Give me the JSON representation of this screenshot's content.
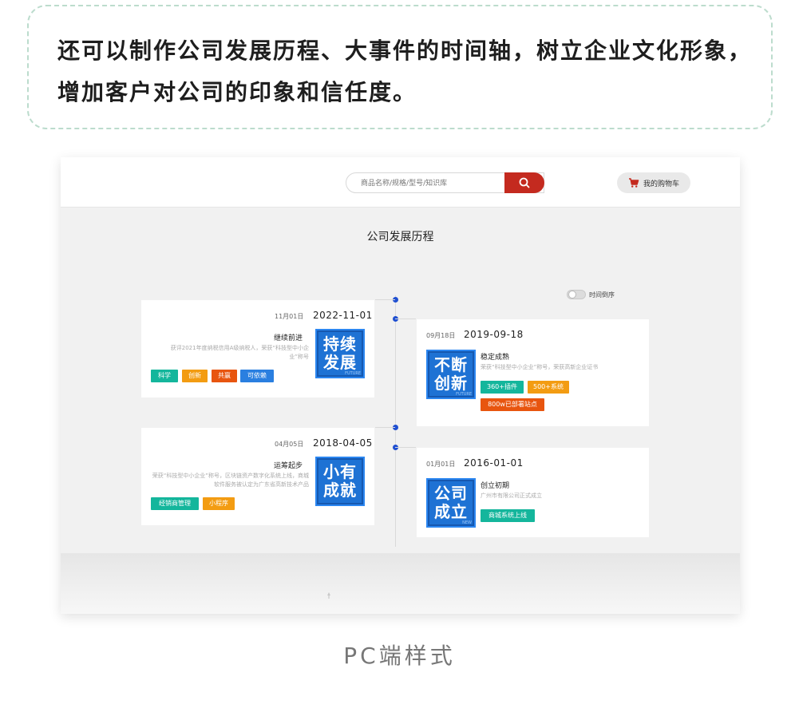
{
  "intro": {
    "text": "还可以制作公司发展历程、大事件的时间轴，树立企业文化形象，增加客户对公司的印象和信任度。"
  },
  "header": {
    "search_placeholder": "商品名称/规格/型号/知识库",
    "cart_label": "我的购物车"
  },
  "page": {
    "title": "公司发展历程",
    "toggle_label": "时间倒序"
  },
  "timeline": {
    "left": [
      {
        "date_short": "11月01日",
        "date": "2022-11-01",
        "heading": "继续前进",
        "desc": "获评2021年度纳税信用A级纳税人，荣获“科技型中小企业”称号",
        "badge": "持续\n发展",
        "badge_foot": "FUTURE",
        "tags": [
          "科学",
          "创新",
          "共赢",
          "可依赖"
        ]
      },
      {
        "date_short": "04月05日",
        "date": "2018-04-05",
        "heading": "运筹起步",
        "desc": "荣获“科技型中小企业”称号，区块链资产数字化系统上线，商城软件服务被认定为广东省高新技术产品",
        "badge": "小有\n成就",
        "badge_foot": "",
        "tags": [
          "经销商管理",
          "小程序"
        ]
      }
    ],
    "right": [
      {
        "date_short": "09月18日",
        "date": "2019-09-18",
        "heading": "稳定成熟",
        "desc": "荣获“科技型中小企业”称号，荣获高新企业证书",
        "badge": "不断\n创新",
        "badge_foot": "FUTURE",
        "tags": [
          "360+插件",
          "500+系统",
          "800w已部署站点"
        ]
      },
      {
        "date_short": "01月01日",
        "date": "2016-01-01",
        "heading": "创立初期",
        "desc": "广州市有限公司正式成立",
        "badge": "公司\n成立",
        "badge_foot": "NEW",
        "tags": [
          "商城系统上线"
        ]
      }
    ]
  },
  "caption": "PC端样式",
  "colors": {
    "accent_red": "#c42a1f",
    "badge_blue": "#1e72d4",
    "tag_teal": "#14b69c",
    "tag_orange": "#f39c12",
    "tag_red": "#e8550f",
    "tag_blue": "#2a7fe0",
    "dot_blue": "#1f4fd1"
  }
}
